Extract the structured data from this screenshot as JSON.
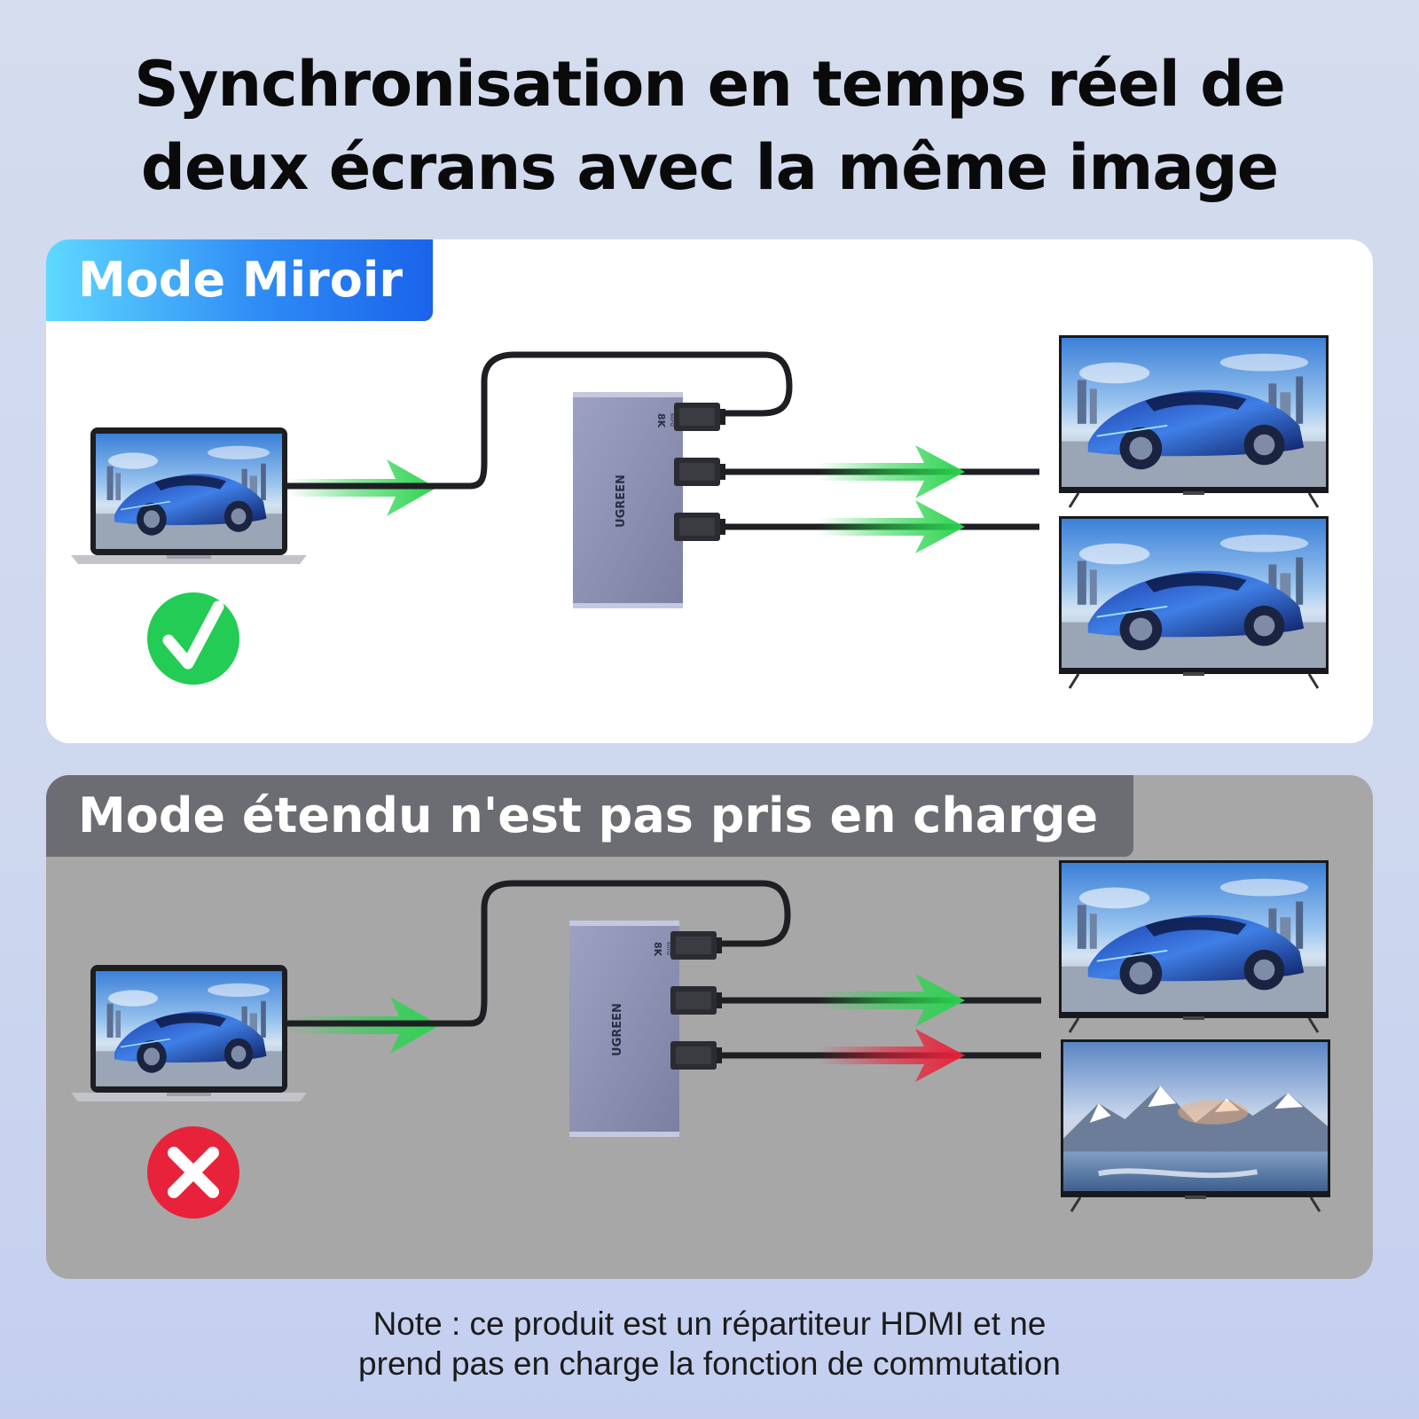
{
  "title": {
    "line1": "Synchronisation en temps réel de",
    "line2": "deux écrans avec la même image"
  },
  "panels": {
    "mirror": {
      "tag": "Mode Miroir",
      "status": "supported",
      "status_icon": "check-icon",
      "status_color": "#22cc55",
      "outputs": [
        {
          "arrow_color": "#2bd34f",
          "screen": "car"
        },
        {
          "arrow_color": "#2bd34f",
          "screen": "car"
        }
      ]
    },
    "extend": {
      "tag": "Mode étendu n'est pas pris en charge",
      "status": "not-supported",
      "status_icon": "cross-icon",
      "status_color": "#e8223a",
      "outputs": [
        {
          "arrow_color": "#2bd34f",
          "screen": "car"
        },
        {
          "arrow_color": "#e8223a",
          "screen": "mountain"
        }
      ]
    }
  },
  "device": {
    "brand": "UGREEN",
    "spec": "8K",
    "spec_sub": "60Hz",
    "port_label": "UGREEN"
  },
  "colors": {
    "accent_blue": "#2f8cf5",
    "arrow_green": "#2bd34f",
    "arrow_red": "#e8223a",
    "gray_tag": "#6c6d72"
  },
  "note": {
    "line1": "Note : ce produit est un répartiteur HDMI et ne",
    "line2": "prend pas en charge la fonction de commutation"
  }
}
